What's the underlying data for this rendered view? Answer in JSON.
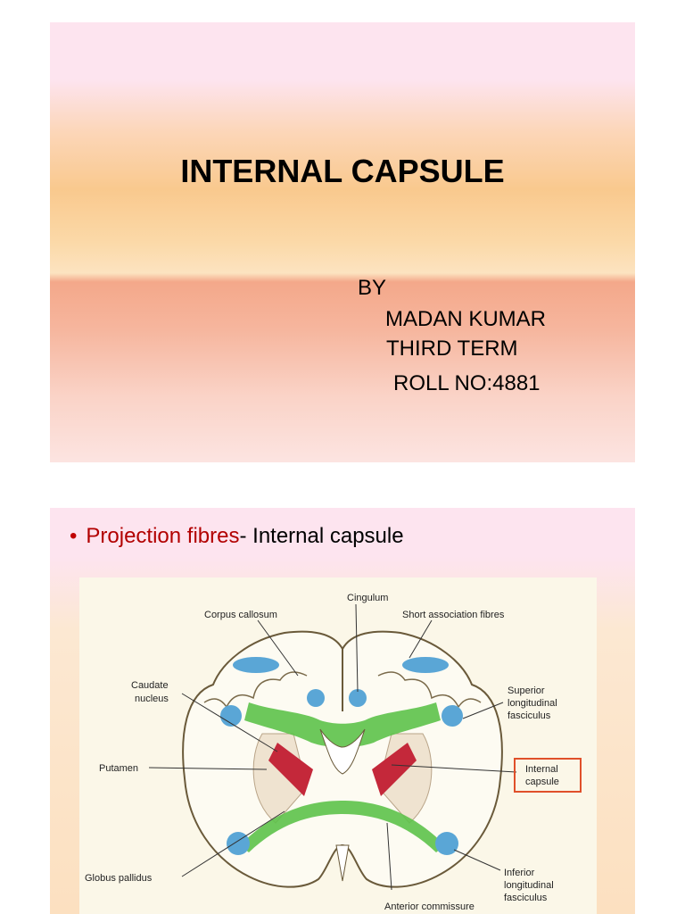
{
  "slide1": {
    "title": "INTERNAL CAPSULE",
    "by": "BY",
    "author": "MADAN KUMAR",
    "term": "THIRD TERM",
    "roll": "ROLL NO:4881"
  },
  "slide2": {
    "bullet_highlight": "Projection fibres",
    "bullet_rest": "- Internal capsule",
    "figure": {
      "labels": {
        "cingulum": "Cingulum",
        "corpus_callosum": "Corpus callosum",
        "short_assoc_fibres": "Short association fibres",
        "caudate_1": "Caudate",
        "caudate_2": "nucleus",
        "sup_long_1": "Superior",
        "sup_long_2": "longitudinal",
        "sup_long_3": "fasciculus",
        "putamen": "Putamen",
        "internal_capsule_1": "Internal",
        "internal_capsule_2": "capsule",
        "globus_pallidus": "Globus pallidus",
        "inf_long_1": "Inferior",
        "inf_long_2": "longitudinal",
        "inf_long_3": "fasciculus",
        "anterior_commissure": "Anterior commissure"
      },
      "colors": {
        "association_fibres": "#5aa6d6",
        "commissural_fibres": "#5dc24a",
        "internal_capsule": "#c4283a",
        "highlight_box": "#e0502a"
      }
    }
  }
}
